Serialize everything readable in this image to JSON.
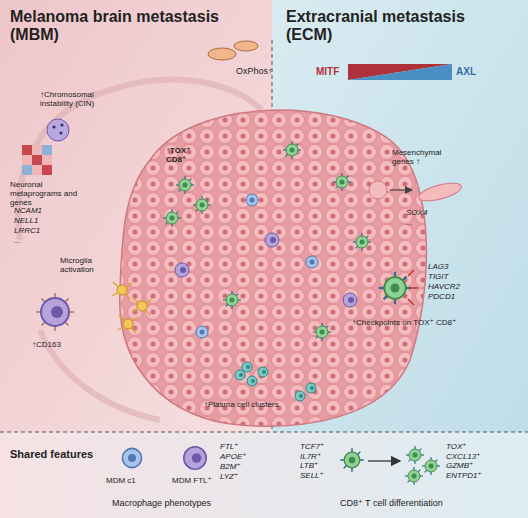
{
  "diagram": {
    "nodes": [
      {
        "text": [
          "Melanoma brain metastasis (MBM)"
        ]
      },
      {
        "text": [
          "Extracranial metastasis (ECM)"
        ]
      },
      {
        "text": [
          "Shared features"
        ]
      },
      {
        "text": [
          "TCF7⁺",
          "IL7R⁺",
          "LTB⁺",
          "SELL⁺"
        ],
        "in": 2
      },
      {
        "text": [
          "TOX⁺",
          "CXCL13⁺",
          "GZMB⁺",
          "ENTPD1⁺"
        ],
        "in": 2
      }
    ],
    "edges": [
      {
        "from": 3,
        "to": 4,
        "arrow": "to"
      }
    ],
    "labels": [
      "↑Chromosomal instability (CIN)",
      "OxPhos↑",
      "MITF",
      "AXL",
      "↑TOX⁺ CD8⁺",
      "Neuronal metaprograms and genes",
      "NCAM1",
      "NELL1",
      "LRRC1",
      "...",
      "Microglia activation",
      "Mesenchymal genes ↑",
      "SOX4",
      "...",
      "LAG3",
      "TIGIT",
      "HAVCR2",
      "PDCD1",
      "↑Checkpoints on TOX⁺ CD8⁺",
      "↑CD163",
      "↑Plasma cell clusters",
      "MDM c1",
      "MDM FTL⁺",
      "FTL⁺",
      "APOE⁺",
      "B2M⁺",
      "LYZ⁺",
      "Macrophage phenotypes",
      "CD8⁺ T cell differentiation"
    ]
  }
}
